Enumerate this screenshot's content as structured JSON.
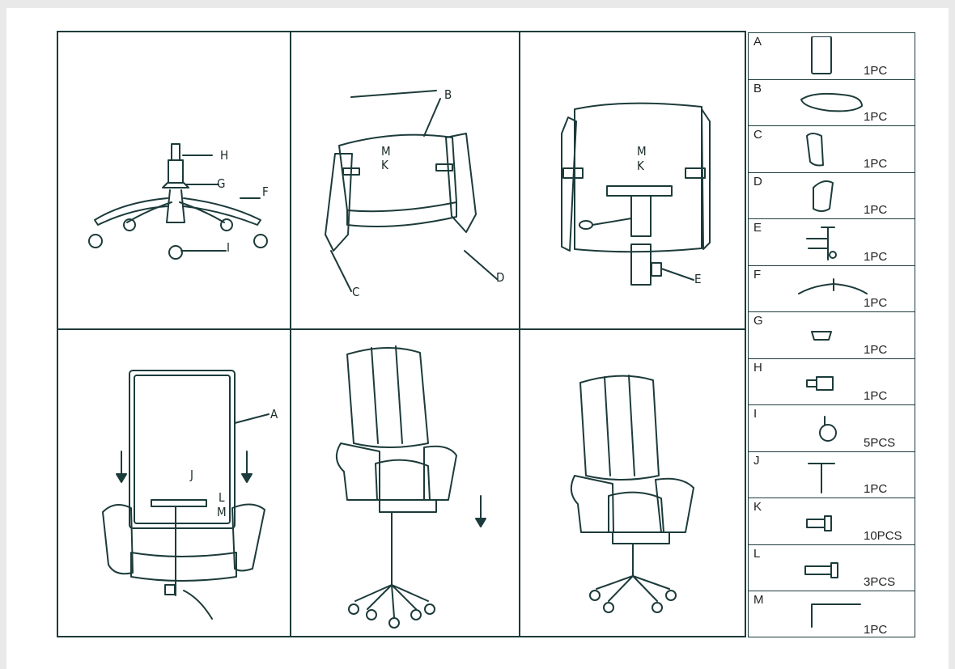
{
  "steps": [
    {
      "callouts": [
        "H",
        "G",
        "F",
        "I"
      ]
    },
    {
      "callouts": [
        "B",
        "M",
        "K",
        "C",
        "D"
      ]
    },
    {
      "callouts": [
        "M",
        "K",
        "E"
      ]
    },
    {
      "callouts": [
        "A",
        "J",
        "L",
        "M"
      ]
    },
    {
      "callouts": []
    },
    {
      "callouts": []
    }
  ],
  "parts": [
    {
      "letter": "A",
      "qty": "1PC",
      "icon": "backrest-icon"
    },
    {
      "letter": "B",
      "qty": "1PC",
      "icon": "seat-icon"
    },
    {
      "letter": "C",
      "qty": "1PC",
      "icon": "armrest-left-icon"
    },
    {
      "letter": "D",
      "qty": "1PC",
      "icon": "armrest-right-icon"
    },
    {
      "letter": "E",
      "qty": "1PC",
      "icon": "mechanism-icon"
    },
    {
      "letter": "F",
      "qty": "1PC",
      "icon": "base-icon"
    },
    {
      "letter": "G",
      "qty": "1PC",
      "icon": "cover-icon"
    },
    {
      "letter": "H",
      "qty": "1PC",
      "icon": "gas-lift-icon"
    },
    {
      "letter": "I",
      "qty": "5PCS",
      "icon": "caster-icon"
    },
    {
      "letter": "J",
      "qty": "1PC",
      "icon": "t-bracket-icon"
    },
    {
      "letter": "K",
      "qty": "10PCS",
      "icon": "short-screw-icon"
    },
    {
      "letter": "L",
      "qty": "3PCS",
      "icon": "long-screw-icon"
    },
    {
      "letter": "M",
      "qty": "1PC",
      "icon": "allen-key-icon"
    }
  ]
}
